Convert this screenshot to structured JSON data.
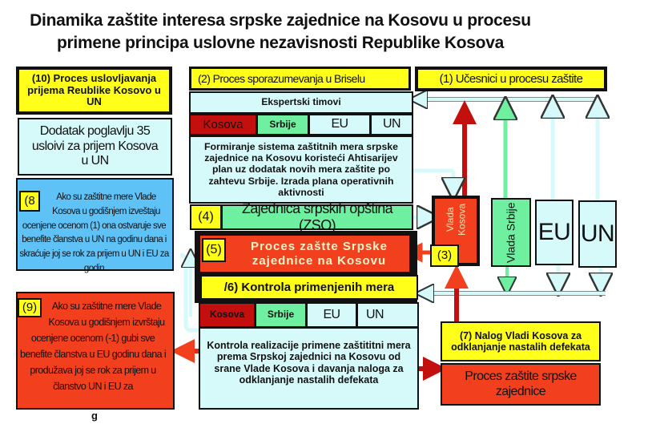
{
  "title": {
    "line1": "Dinamika zaštite  interesa srpske zajednice na Kosovu u procesu",
    "line2": "primene principa uslovne nezavisnosti Republike Kosova"
  },
  "left": {
    "box10": "(10) Proces uslovljavanja prijema Reublike Kosovo u UN",
    "dodatak": "Dodatak poglavlju 35 usloivi za prijem Kosova u UN",
    "box8_label": "(8",
    "box8_text": "Ako su zaštitne mere Vlade Kosova u godišnjem izveštaju ocenjene ocenom (1) ona ostvaruje sve benefite članstva u UN na godinu dana i skraćuje joj se rok za prijem u UN i  EU za godin",
    "box9_label": "(9)",
    "box9_text": "Ako su zaštitne mere Vlade Kosova u godišnjem izvrštaju ocenjene ocenom (-1) gubi sve benefite članstva u EU  godinu dana i produžava joj  se  rok za prijem  u članstvo UN  i EU za",
    "box9_tail": "g"
  },
  "center": {
    "box2": "(2) Proces sporazumevanja u Briselu",
    "ekspertski": "Ekspertski timovi",
    "row1": [
      "Kosova",
      "Srbije",
      "EU",
      "UN"
    ],
    "formiranje": "Formiranje sistema zaštitnih mera srpske zajednice na Kosovu koristeći Ahtisarijev plan uz dodatak novih mera zaštite po zahtevu Srbije. Izrada plana operativnih aktivnosti",
    "box4_label": "(4)",
    "box4_text": "Zajednica srpskih opština (ZSO)",
    "box5_label": "(5)",
    "box5_text": "Proces zaštte  Srpske zajednice na Kosovu",
    "box6": "/6) Kontrola primenjenih mera",
    "row2": [
      "Kosova",
      "Srbije",
      "EU",
      "UN"
    ],
    "kontrola": "Kontrola realizacije  primene zaštititni mera prema Srpskoj zajednici na Kosovu od srane Vlade Kosova i davanja naloga za odklanjanje nastalih defekata"
  },
  "right": {
    "box1": "(1) Učesnici u procesu zaštite",
    "participants": [
      "Vlada Kosova",
      "Vlada Srbije",
      "EU",
      "UN"
    ],
    "box3_label": "(3)",
    "box7": "(7) Nalog Vladi Kosova za odklanjanje nastalih  defekata",
    "proces": "Proces zaštite srpske zajednice"
  },
  "colors": {
    "yellow": "#ffff1a",
    "light_cyan": "#d6fafa",
    "blue": "#5ec2f7",
    "red_orange": "#f2401e",
    "dark_red": "#c40f0f",
    "green": "#6ef0a0"
  }
}
